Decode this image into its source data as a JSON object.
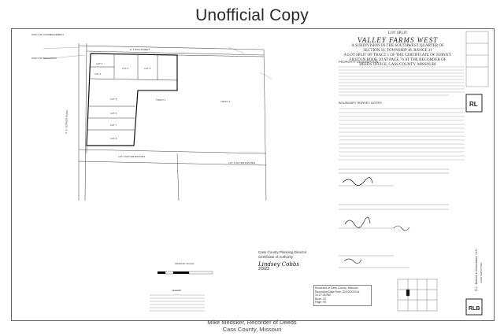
{
  "watermark": "Unofficial Copy",
  "title_block": {
    "line1": "LOT SPLIT",
    "line2": "VALLEY FARMS WEST",
    "line3": "A SUBDIVISION IN THE SOUTHWEST QUARTER OF",
    "line4": "SECTION 16, TOWNSHIP 46, RANGE 31",
    "line5": "A LOT SPLIT OF TRACT 1 OF THE CERTIFICATE OF SURVEY",
    "line6": "FILED IN BOOK 20 AT PAGE 76 AT THE RECORDER OF",
    "line7": "DEEDS OFFICE, CASS COUNTY, MISSOURI"
  },
  "plat_labels": {
    "point_of_commencement": "POINT OF COMMENCEMENT",
    "point_of_beginning": "POINT OF BEGINNING",
    "street": "E. 176TH STREET",
    "road": "S. E. CORNER ROAD",
    "lot1": "LOT 1",
    "lot2": "LOT 2",
    "lot3": "LOT 3",
    "lot4": "LOT 4",
    "lot5": "LOT 5",
    "lot6": "LOT 6",
    "lot7": "LOT 7",
    "lot8": "LOT 8",
    "tract1": "TRACT 1",
    "tract2": "TRACT 2",
    "lot_moyer_left": "LOT 1\nMOYER ESTATES",
    "lot_moyer_right": "LOT 2\nMOYER ESTATES",
    "graphic_scale": "GRAPHIC SCALE",
    "legend": "LEGEND",
    "property_description": "PROPERTY DESCRIPTION",
    "boundary_notes": "BOUNDARY SURVEY NOTES"
  },
  "planning": {
    "line1": "Cass County Planning Director",
    "line2": "Certificate of Authority",
    "sig": "Lindsey Cobbs",
    "date": "2/3/23"
  },
  "stamp": {
    "line1": "Recorded in Cass County, Missouri",
    "line2": "Recording Date/Time: 02/03/2023 at 10:27:35 AM",
    "book": "Book: 23",
    "page": "Page: 90"
  },
  "firm": {
    "name": "R.L. Buford & Associates, LLC",
    "sub": "LAND SURVEYING"
  },
  "footer": {
    "line1": "Mike Medsker, Recorder of Deeds",
    "line2": "Cass County, Missouri"
  }
}
